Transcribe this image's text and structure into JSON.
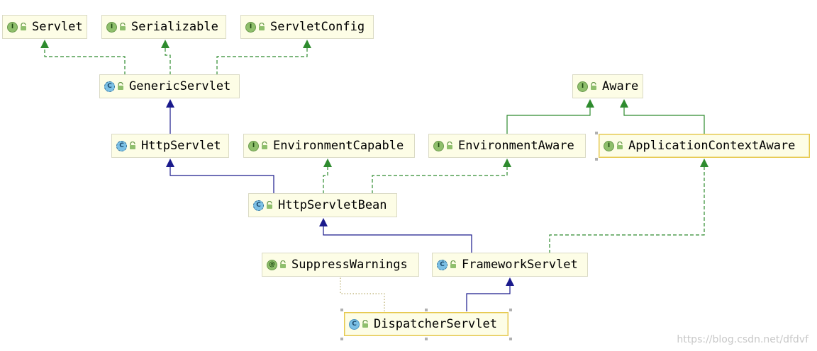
{
  "nodes": {
    "servlet": {
      "label": "Servlet",
      "kind": "I"
    },
    "serializable": {
      "label": "Serializable",
      "kind": "I"
    },
    "servletconfig": {
      "label": "ServletConfig",
      "kind": "I"
    },
    "genericservlet": {
      "label": "GenericServlet",
      "kind": "C"
    },
    "aware": {
      "label": "Aware",
      "kind": "I"
    },
    "httpservlet": {
      "label": "HttpServlet",
      "kind": "C"
    },
    "environmentcapable": {
      "label": "EnvironmentCapable",
      "kind": "I"
    },
    "environmentaware": {
      "label": "EnvironmentAware",
      "kind": "I"
    },
    "applicationcontextaware": {
      "label": "ApplicationContextAware",
      "kind": "I"
    },
    "httpservletbean": {
      "label": "HttpServletBean",
      "kind": "C"
    },
    "suppresswarnings": {
      "label": "SuppressWarnings",
      "kind": "@"
    },
    "frameworkservlet": {
      "label": "FrameworkServlet",
      "kind": "C"
    },
    "dispatcherservlet": {
      "label": "DispatcherServlet",
      "kind": "C"
    }
  },
  "colors": {
    "implements": "#2e8b2e",
    "extends": "#1a1a8c",
    "annotation_link": "#a89a4a"
  },
  "watermark": "https://blog.csdn.net/dfdvf"
}
